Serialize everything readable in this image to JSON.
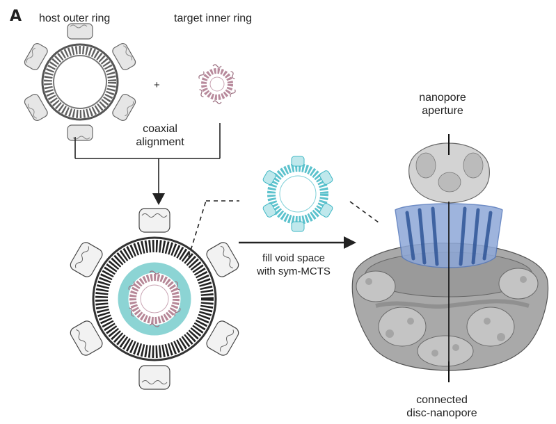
{
  "panel": {
    "letter": "A"
  },
  "labels": {
    "host_ring": "host outer ring",
    "target_ring": "target inner ring",
    "plus": "+",
    "coaxial_line1": "coaxial",
    "coaxial_line2": "alignment",
    "fill_line1": "fill void space",
    "fill_line2": "with sym-MCTS",
    "aperture_line1": "nanopore",
    "aperture_line2": "aperture",
    "connected_line1": "connected",
    "connected_line2": "disc-nanopore"
  },
  "colors": {
    "outer_ring": "#6f6f6f",
    "inner_ring": "#c9a4b3",
    "teal_ring": "#7fcfcf",
    "cyan_ring": "#3fb7c4",
    "pore_blue": "#5578bb",
    "surface_gray": "#a9a9a9"
  }
}
